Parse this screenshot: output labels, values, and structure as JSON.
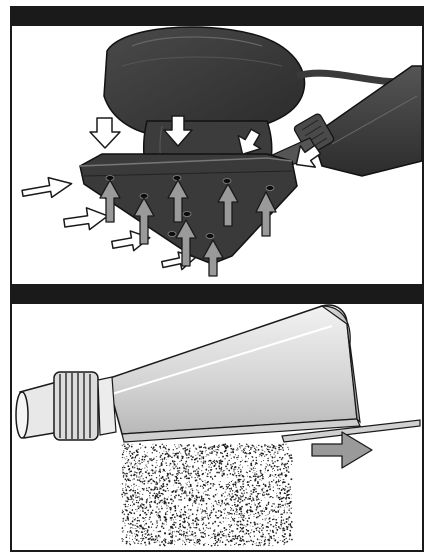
{
  "panels": [
    {
      "id": "suction-panel",
      "illustration": "orbital-sander-base-with-airflow-arrows",
      "header_color": "#1a1a1a"
    },
    {
      "id": "dust-box-panel",
      "illustration": "dust-collector-box-with-sanding-dust",
      "header_color": "#1a1a1a"
    }
  ],
  "colors": {
    "frame": "#1a1a1a",
    "tool_dark": "#3a3a3a",
    "tool_light": "#dcdcdc",
    "arrow_outline": "#ffffff",
    "arrow_solid": "#9a9a9a",
    "dust": "#2a2a2a"
  }
}
